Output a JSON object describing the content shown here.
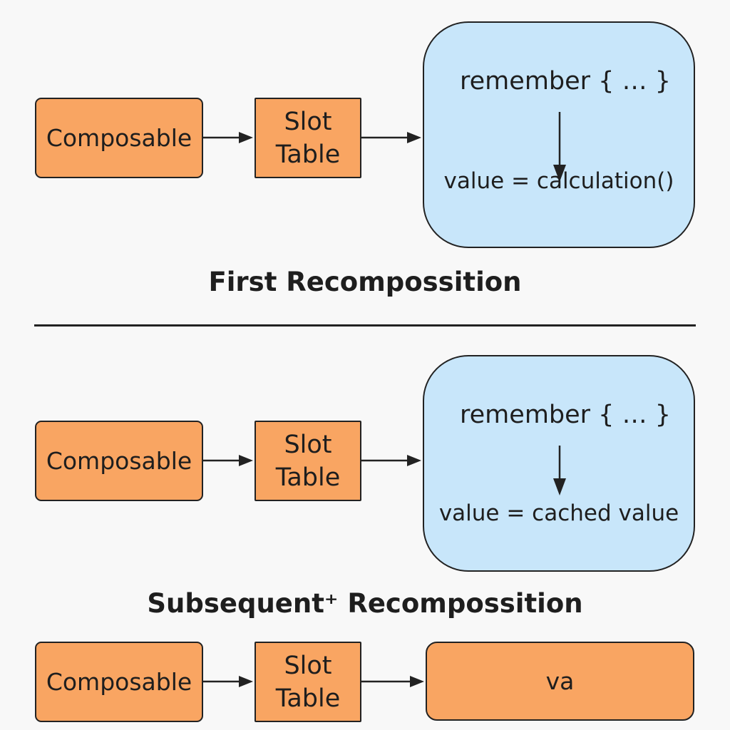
{
  "sections": [
    {
      "composable": "Composable",
      "slot_line1": "Slot",
      "slot_line2": "Table",
      "remember": "remember { … }",
      "result": "value = calculation()",
      "title": "First Recompossition"
    },
    {
      "composable": "Composable",
      "slot_line1": "Slot",
      "slot_line2": "Table",
      "remember": "remember { … }",
      "result": "value = cached value",
      "title": "Subsequent⁺ Recompossition"
    },
    {
      "composable": "Composable",
      "slot_line1": "Slot",
      "slot_line2": "Table",
      "result": "va"
    }
  ],
  "colors": {
    "box_fill": "#f9a562",
    "remember_fill": "#c8e6fa",
    "stroke": "#222222"
  }
}
